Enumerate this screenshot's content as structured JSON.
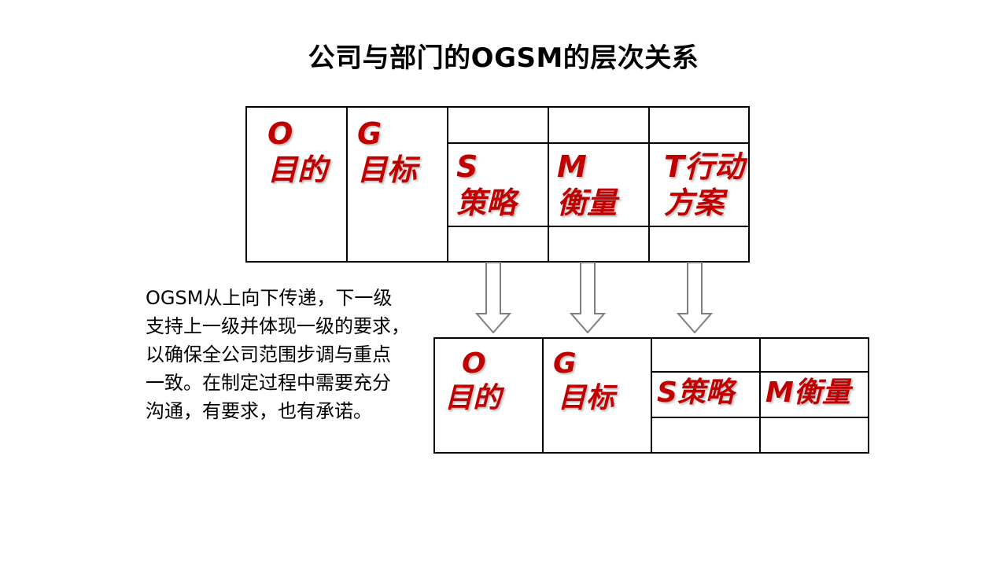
{
  "title": "公司与部门的OGSM的层次关系",
  "company_table": {
    "o_letter": "O",
    "o_label": "目的",
    "g_letter": "G",
    "g_label": "目标",
    "s_letter": "S",
    "s_label": "策略",
    "m_letter": "M",
    "m_label": "衡量",
    "t_line1": "T行动",
    "t_line2": "方案"
  },
  "dept_table": {
    "o_letter": "O",
    "o_label": "目的",
    "g_letter": "G",
    "g_label": "目标",
    "s_label": "S策略",
    "m_label": "M衡量"
  },
  "description": {
    "line1": "OGSM从上向下传递，下一级",
    "line2": "支持上一级并体现一级的要求，",
    "line3": "以确保全公司范围步调与重点",
    "line4": "一致。在制定过程中需要充分",
    "line5": "沟通，有要求，也有承诺。"
  },
  "colors": {
    "label_red": "#c00000",
    "border": "#000000",
    "arrow_stroke": "#7f7f7f"
  },
  "icons": [
    "down-arrow-icon",
    "down-arrow-icon",
    "down-arrow-icon"
  ]
}
